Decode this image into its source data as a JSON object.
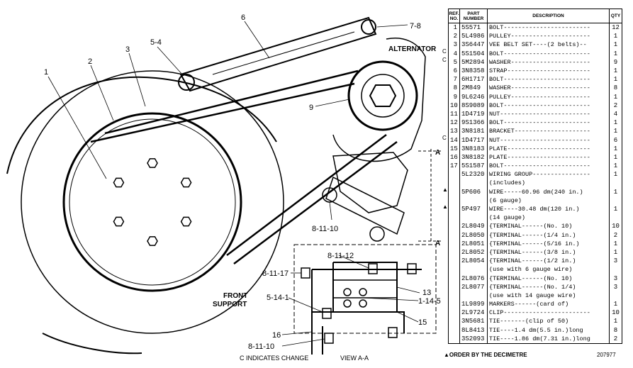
{
  "diagram": {
    "labels": {
      "alternator": "ALTERNATOR",
      "front_support_1": "FRONT",
      "front_support_2": "SUPPORT",
      "section_a_top": "A",
      "section_a_bottom": "A",
      "change_note": "C INDICATES CHANGE",
      "view": "VIEW A-A"
    },
    "callouts": [
      {
        "id": "c1",
        "text": "1"
      },
      {
        "id": "c2",
        "text": "2"
      },
      {
        "id": "c3",
        "text": "3"
      },
      {
        "id": "c4",
        "text": "5-4"
      },
      {
        "id": "c6",
        "text": "6"
      },
      {
        "id": "c78",
        "text": "7-8"
      },
      {
        "id": "c9",
        "text": "9"
      },
      {
        "id": "c81110a",
        "text": "8-11-10"
      },
      {
        "id": "c81112",
        "text": "8-11-12"
      },
      {
        "id": "c81117",
        "text": "8-11-17"
      },
      {
        "id": "c5141",
        "text": "5-14-1"
      },
      {
        "id": "c13",
        "text": "13"
      },
      {
        "id": "c1145",
        "text": "1-14-5"
      },
      {
        "id": "c15",
        "text": "15"
      },
      {
        "id": "c16",
        "text": "16"
      },
      {
        "id": "c81110b",
        "text": "8-11-10"
      }
    ]
  },
  "table": {
    "headers": {
      "ref": "REF. NO.",
      "part": "PART NUMBER",
      "desc": "DESCRIPTION",
      "qty": "QTY"
    },
    "rows": [
      {
        "ref": "1",
        "part": "5S571",
        "desc": "BOLT------------------------",
        "qty": "12",
        "mark": ""
      },
      {
        "ref": "2",
        "part": "5L4986",
        "desc": "PULLEY----------------------",
        "qty": "1",
        "mark": ""
      },
      {
        "ref": "3",
        "part": "3S6447",
        "desc": "VEE BELT SET----(2 belts)--",
        "qty": "1",
        "mark": ""
      },
      {
        "ref": "4",
        "part": "5S1504",
        "desc": "BOLT------------------------",
        "qty": "1",
        "mark": "C"
      },
      {
        "ref": "5",
        "part": "5M2894",
        "desc": "WASHER----------------------",
        "qty": "9",
        "mark": "C"
      },
      {
        "ref": "6",
        "part": "3N8358",
        "desc": "STRAP-----------------------",
        "qty": "1",
        "mark": ""
      },
      {
        "ref": "7",
        "part": "6H1717",
        "desc": "BOLT------------------------",
        "qty": "1",
        "mark": ""
      },
      {
        "ref": "8",
        "part": "2M849",
        "desc": "WASHER----------------------",
        "qty": "8",
        "mark": ""
      },
      {
        "ref": "9",
        "part": "9L6246",
        "desc": "PULLEY----------------------",
        "qty": "1",
        "mark": ""
      },
      {
        "ref": "10",
        "part": "8S9089",
        "desc": "BOLT------------------------",
        "qty": "2",
        "mark": ""
      },
      {
        "ref": "11",
        "part": "1D4719",
        "desc": "NUT-------------------------",
        "qty": "4",
        "mark": ""
      },
      {
        "ref": "12",
        "part": "9S1366",
        "desc": "BOLT------------------------",
        "qty": "1",
        "mark": ""
      },
      {
        "ref": "13",
        "part": "3N8181",
        "desc": "BRACKET---------------------",
        "qty": "1",
        "mark": ""
      },
      {
        "ref": "14",
        "part": "1D4717",
        "desc": "NUT-------------------------",
        "qty": "6",
        "mark": "C"
      },
      {
        "ref": "15",
        "part": "3N8183",
        "desc": "PLATE-----------------------",
        "qty": "1",
        "mark": ""
      },
      {
        "ref": "16",
        "part": "3N8182",
        "desc": "PLATE-----------------------",
        "qty": "1",
        "mark": ""
      },
      {
        "ref": "17",
        "part": "5S1587",
        "desc": "BOLT------------------------",
        "qty": "1",
        "mark": ""
      },
      {
        "ref": "",
        "part": "5L2320",
        "desc": "WIRING GROUP----------------",
        "qty": "1",
        "mark": ""
      },
      {
        "ref": "",
        "part": "",
        "desc": "   (includes)",
        "qty": "",
        "mark": ""
      },
      {
        "ref": "",
        "part": "5P606",
        "desc": "WIRE-----60.96 dm(240 in.)",
        "qty": "1",
        "mark": "▲"
      },
      {
        "ref": "",
        "part": "",
        "desc": "   (6 gauge)",
        "qty": "",
        "mark": ""
      },
      {
        "ref": "",
        "part": "5P497",
        "desc": "WIRE----30.48 dm(120 in.)",
        "qty": "1",
        "mark": "▲"
      },
      {
        "ref": "",
        "part": "",
        "desc": "   (14 gauge)",
        "qty": "",
        "mark": ""
      },
      {
        "ref": "",
        "part": "2L8049",
        "desc": "{TERMINAL------(No. 10)",
        "qty": "10",
        "mark": ""
      },
      {
        "ref": "",
        "part": "2L8050",
        "desc": "{TERMINAL------(1/4 in.)",
        "qty": "2",
        "mark": ""
      },
      {
        "ref": "",
        "part": "2L8051",
        "desc": "{TERMINAL------(5/16 in.)",
        "qty": "1",
        "mark": ""
      },
      {
        "ref": "",
        "part": "2L8052",
        "desc": "{TERMINAL------(3/8 in.)",
        "qty": "1",
        "mark": ""
      },
      {
        "ref": "",
        "part": "2L8054",
        "desc": "{TERMINAL------(1/2 in.)",
        "qty": "3",
        "mark": ""
      },
      {
        "ref": "",
        "part": "",
        "desc": "  (use with 6 gauge wire)",
        "qty": "",
        "mark": ""
      },
      {
        "ref": "",
        "part": "2L8076",
        "desc": "{TERMINAL------(No. 10)",
        "qty": "3",
        "mark": ""
      },
      {
        "ref": "",
        "part": "2L8077",
        "desc": "{TERMINAL------(No. 1/4)",
        "qty": "3",
        "mark": ""
      },
      {
        "ref": "",
        "part": "",
        "desc": "  (use with 14 gauge wire)",
        "qty": "",
        "mark": ""
      },
      {
        "ref": "",
        "part": "1L9899",
        "desc": "MARKERS------(card of)",
        "qty": "1",
        "mark": ""
      },
      {
        "ref": "",
        "part": "2L9724",
        "desc": "CLIP------------------------",
        "qty": "10",
        "mark": ""
      },
      {
        "ref": "",
        "part": "3N5681",
        "desc": "TIE-------(clip of 50)",
        "qty": "1",
        "mark": ""
      },
      {
        "ref": "",
        "part": "8L8413",
        "desc": "TIE----1.4 dm(5.5 in.)long",
        "qty": "8",
        "mark": ""
      },
      {
        "ref": "",
        "part": "3S2093",
        "desc": "TIE----1.86 dm(7.31 in.)long",
        "qty": "2",
        "mark": ""
      }
    ],
    "footnote": "▲ORDER BY THE DECIMETRE",
    "doc_number": "207977"
  }
}
